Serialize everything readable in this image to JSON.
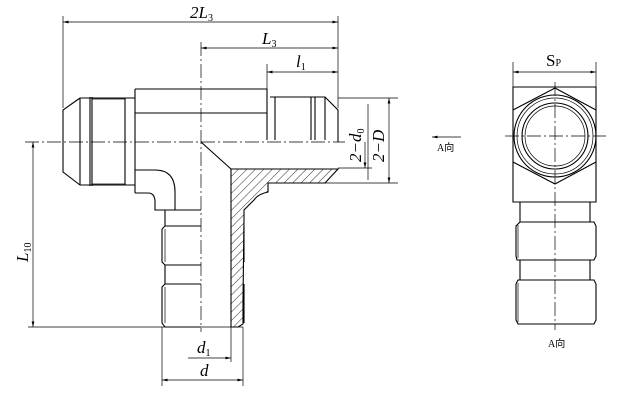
{
  "labels": {
    "overall_length": {
      "main": "2L",
      "sub": "3"
    },
    "half_length": {
      "main": "L",
      "sub": "3"
    },
    "thread_length": {
      "main": "l",
      "sub": "1"
    },
    "bore": "2−d",
    "bore_sub": "0",
    "outer_dia": "2−D",
    "branch_length": {
      "main": "L",
      "sub": "10"
    },
    "branch_bore": {
      "main": "d",
      "sub": "1"
    },
    "branch_dia": "d",
    "hex_size": {
      "main": "S",
      "sub": "P"
    },
    "view_arrow": "A向",
    "view_label": "A向"
  }
}
